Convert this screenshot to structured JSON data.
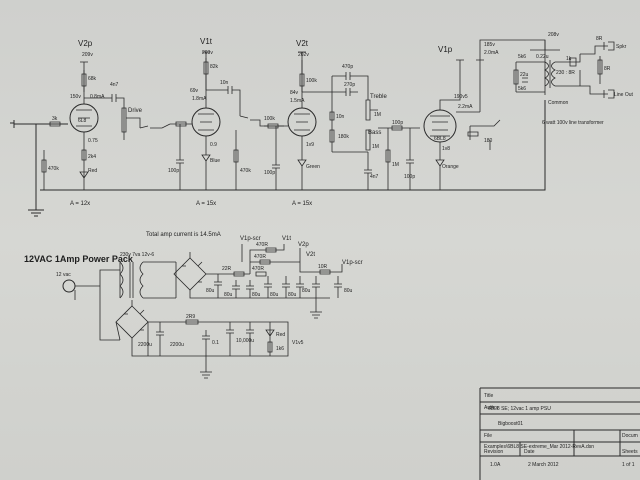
{
  "stages": {
    "v2p": {
      "name": "V2p",
      "supply": "209v",
      "plate_res": "68k",
      "plate_v": "150v",
      "current": "0.8mA",
      "tube": "6L8",
      "cathode_v": "0.75",
      "cathode_res": "2k4",
      "led": "Red",
      "grid_res": "470k",
      "gain": "A = 12x",
      "coupling_cap": "4n7"
    },
    "v1t": {
      "name": "V1t",
      "supply": "203v",
      "plate_res": "82k",
      "plate_v": "69v",
      "current": "1.8mA",
      "cathode_v": "0.9",
      "led": "Blue",
      "coupling_cap": "10n",
      "cathode_res": "470k",
      "gain": "A = 15x",
      "bypass": "100p"
    },
    "v2t": {
      "name": "V2t",
      "supply": "202v",
      "plate_res": "100k",
      "plate_v": "84v",
      "current": "1.5mA",
      "cathode_v": "1v9",
      "led": "Green",
      "gain": "A = 15x",
      "bypass": "100p",
      "grid_res": "100k"
    },
    "v1p": {
      "name": "V1p",
      "supply": "185v",
      "current": "2.0mA",
      "plate_v": "190v5",
      "screen_current": "2.2mA",
      "tube": "6BL8",
      "cathode_v": "1v8",
      "led": "Orange",
      "cathode_res": "180",
      "bypass": "100p",
      "grid_res": "1M"
    }
  },
  "tone": {
    "cap1": "470p",
    "cap2": "270p",
    "treble_label": "Treble",
    "treble_pot": "1M",
    "cap3": "10n",
    "res": "180k",
    "bass_label": "Bass",
    "bass_pot": "1M",
    "cap4": "4n7",
    "cap5": "100p"
  },
  "drive_label": "Drive",
  "input_res": "3k",
  "input_grid_res": "1M",
  "output": {
    "supply": "208v",
    "r1": "5k6",
    "c1": "0.22u",
    "c2": "22u",
    "r2": "1k",
    "r3": "5k6",
    "transformer": "230 : 8R",
    "spkr": "Spkr",
    "line_out": "Line Out",
    "common": "Common",
    "note": "6 watt 100v line transformer",
    "load_a": "8R",
    "load_b": "8R"
  },
  "psu": {
    "title": "12VAC 1Amp Power Pack",
    "total_current": "Total amp current is  14.5mA",
    "input_v": "12 vac",
    "transformer": "230v 7va 12v-6",
    "nodes": {
      "v1p_scr": "V1p-scr",
      "v1t": "V1t",
      "v2p": "V2p",
      "v2t": "V2t",
      "v1p_scr2": "V1p-scr"
    },
    "r1": "22R",
    "r2": "470R",
    "r3": "470R",
    "r4": "470R",
    "r5": "10R",
    "caps": {
      "c1": "80u",
      "c2": "80u",
      "c3": "80u",
      "c4": "80u",
      "c5": "80u",
      "c6": "80u",
      "c7": "80u"
    },
    "lv": {
      "res": "2R9",
      "c1": "2200u",
      "c2": "2200u",
      "c3": "0.1",
      "c4": "10,000u",
      "led": "Red",
      "r_led": "1k6",
      "out": "V1v5"
    }
  },
  "titleblock": {
    "title_label": "Title",
    "title": "6BL8 SE; 12vac 1 amp PSU",
    "author_label": "Author",
    "author": "Bigboost01",
    "file_label": "File",
    "file": "Examples\\6BL8 SE-extreme_Mar 2012-RevA.dsn",
    "document_label": "Docum",
    "revision_label": "Revision",
    "revision": "1.0A",
    "date_label": "Date",
    "date": "2 March 2012",
    "sheets_label": "Sheets",
    "sheets": "1 of 1"
  }
}
